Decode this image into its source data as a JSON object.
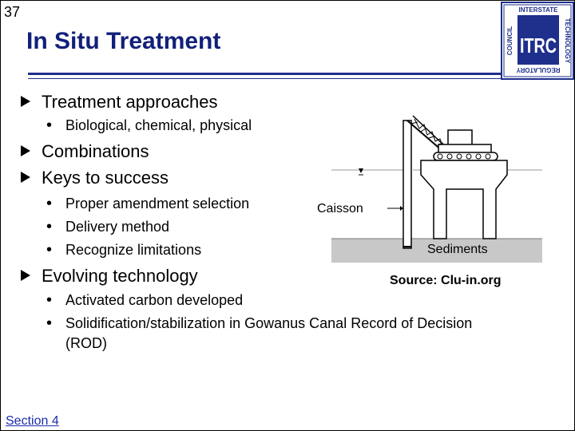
{
  "slide_number": "37",
  "title": "In Situ Treatment",
  "logo": {
    "main": "ITRC",
    "top": "INTERSTATE",
    "right": "TECHNOLOGY",
    "bottom": "REGULATORY",
    "left": "COUNCIL",
    "color": "#1e2f8c"
  },
  "bullets": {
    "b1": "Treatment approaches",
    "b1_sub1": "Biological, chemical, physical",
    "b2": "Combinations",
    "b3": "Keys to success",
    "b3_sub1": "Proper amendment selection",
    "b3_sub2": "Delivery method",
    "b3_sub3": "Recognize limitations",
    "b4": "Evolving technology",
    "b4_sub1": "Activated carbon developed",
    "b4_sub2_line1": "Solidification/stabilization in Gowanus Canal Record of Decision",
    "b4_sub2_line2": "(ROD)"
  },
  "bullet_glyph": "•",
  "figure": {
    "caisson_label": "Caisson",
    "sediments_label": "Sediments",
    "source": "Source: Clu-in.org"
  },
  "footer": {
    "section_link": "Section 4"
  },
  "colors": {
    "title": "#12207a",
    "link": "#1a2bb0",
    "sediment": "#c8c8c8"
  }
}
